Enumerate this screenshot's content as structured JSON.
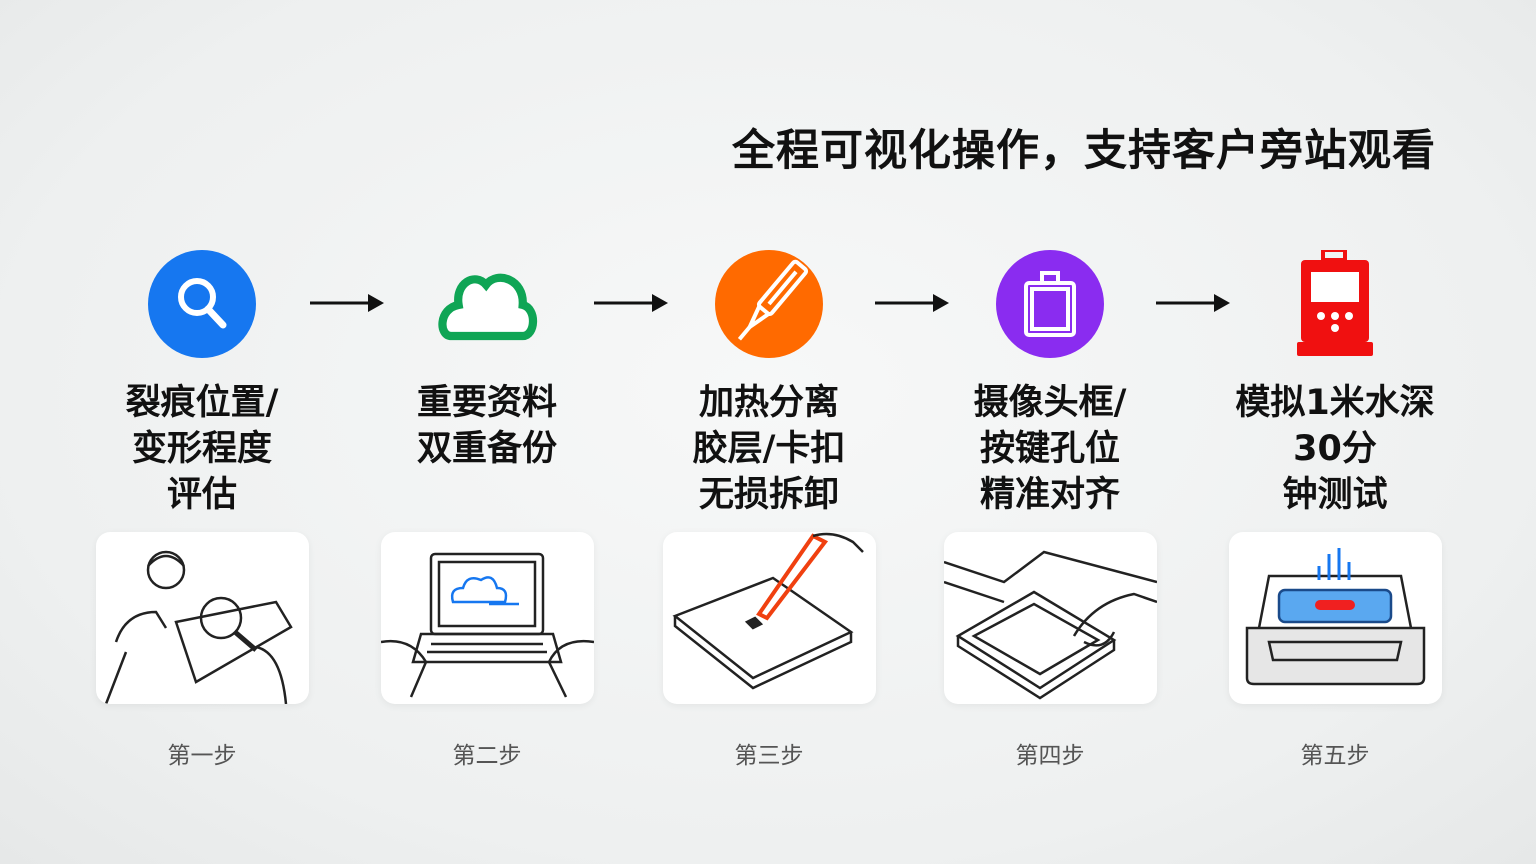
{
  "title": "全程可视化操作，支持客户旁站观看",
  "steps": [
    {
      "lines": [
        "裂痕位置/",
        "变形程度",
        "评估"
      ],
      "step": "第一步",
      "icon": "magnifier-icon",
      "color": "#1677f0"
    },
    {
      "lines": [
        "重要资料",
        "双重备份"
      ],
      "step": "第二步",
      "icon": "cloud-icon",
      "color": "#0fa555"
    },
    {
      "lines": [
        "加热分离",
        "胶层/卡扣",
        "无损拆卸"
      ],
      "step": "第三步",
      "icon": "heat-pen-icon",
      "color": "#ff6a00"
    },
    {
      "lines": [
        "摄像头框/",
        "按键孔位",
        "精准对齐"
      ],
      "step": "第四步",
      "icon": "frame-icon",
      "color": "#8a2cf0"
    },
    {
      "lines": [
        "模拟1米水深",
        "30分",
        "钟测试"
      ],
      "step": "第五步",
      "icon": "water-tester-icon",
      "color": "#f01010"
    }
  ]
}
